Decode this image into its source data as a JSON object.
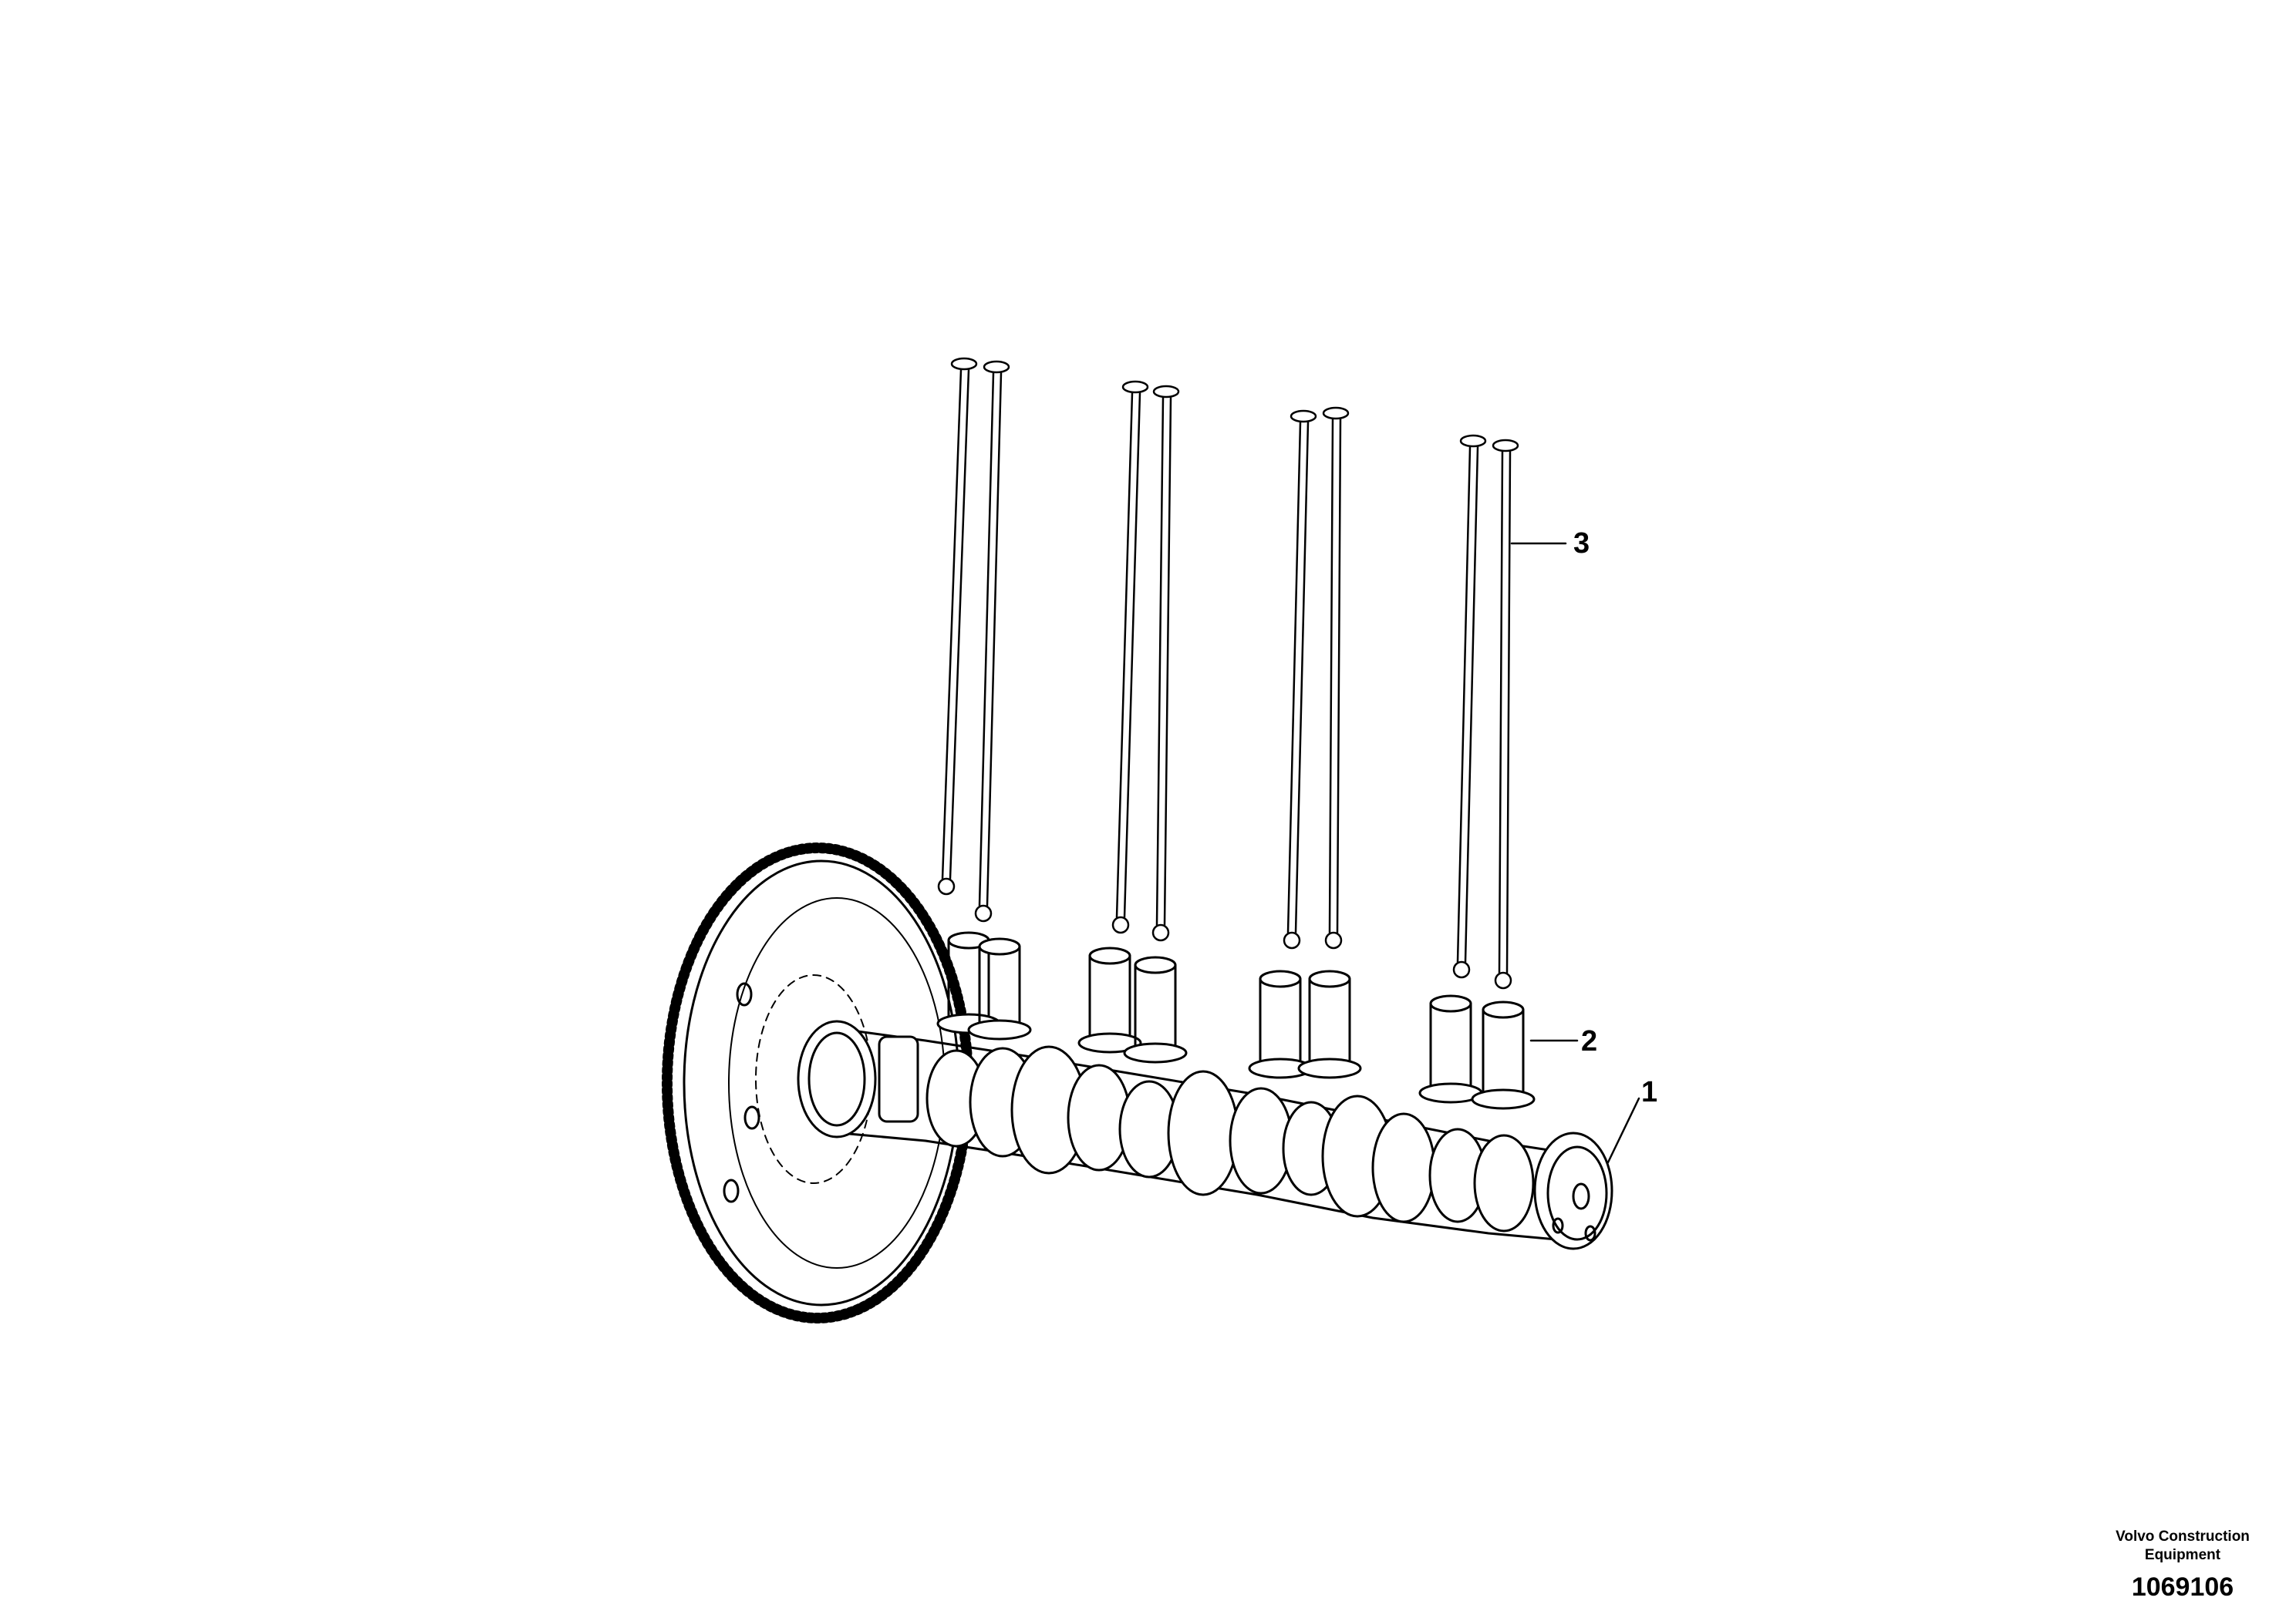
{
  "callouts": {
    "part_1": "1",
    "part_2": "2",
    "part_3": "3"
  },
  "footer": {
    "maker_line1": "Volvo Construction",
    "maker_line2": "Equipment",
    "drawing_number": "1069106"
  }
}
